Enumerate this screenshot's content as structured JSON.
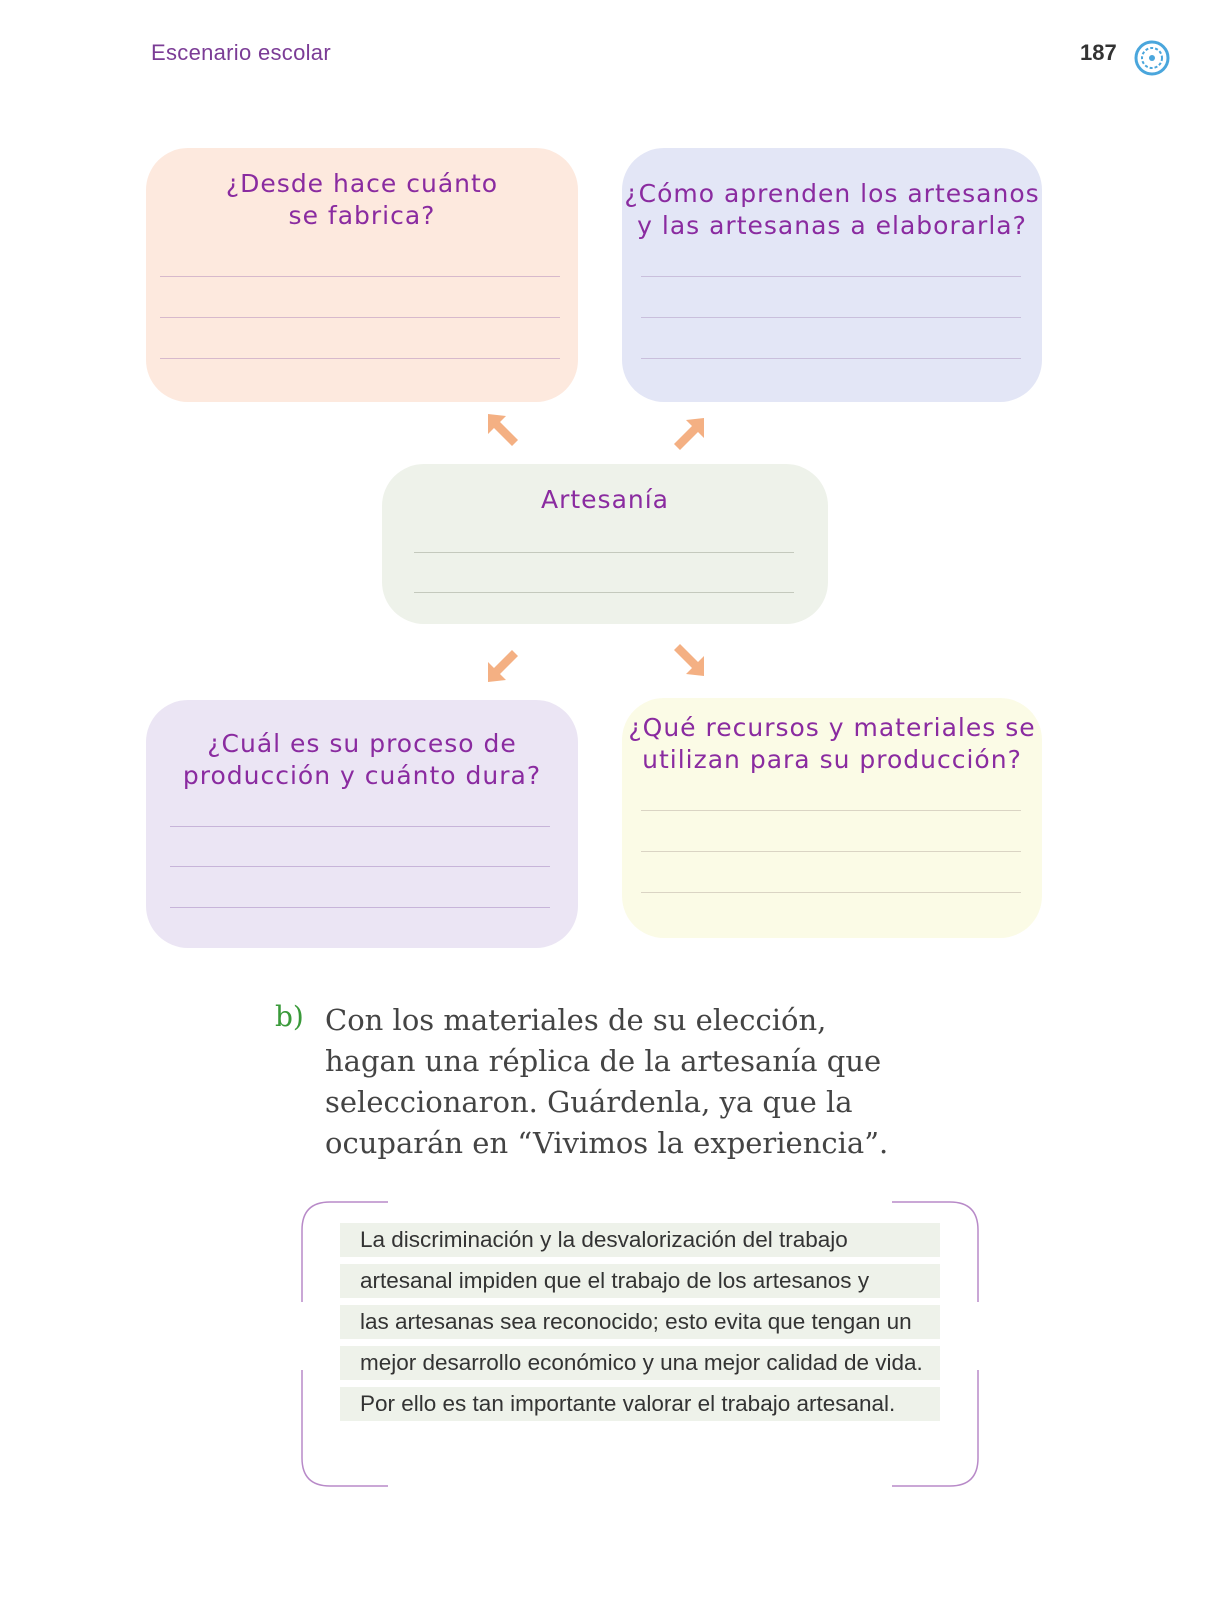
{
  "header": {
    "section_title": "Escenario escolar",
    "page_number": "187"
  },
  "diagram": {
    "center": {
      "label": "Artesanía"
    },
    "cards": [
      {
        "question_line1": "¿Desde hace cuánto",
        "question_line2": "se fabrica?"
      },
      {
        "question_line1": "¿Cómo aprenden los artesanos",
        "question_line2": "y las artesanas a elaborarla?"
      },
      {
        "question_line1": "¿Cuál es su proceso de",
        "question_line2": "producción y cuánto dura?"
      },
      {
        "question_line1": "¿Qué recursos y materiales se",
        "question_line2": "utilizan para su producción?"
      }
    ]
  },
  "activity_b": {
    "marker": "b)",
    "lines": [
      "Con los materiales de su elección,",
      "hagan una réplica de la artesanía que",
      "seleccionaron. Guárdenla, ya que la",
      "ocuparán en “Vivimos la experiencia”."
    ]
  },
  "note": {
    "lines": [
      "La discriminación y la desvalorización del trabajo",
      "artesanal impiden que el trabajo de los artesanos y",
      "las artesanas sea reconocido; esto evita que tengan un",
      "mejor desarrollo económico y una mejor calidad de vida.",
      "Por ello es tan importante valorar el trabajo artesanal."
    ]
  },
  "colors": {
    "card_peach": "#fde9de",
    "card_blue": "#e3e6f6",
    "card_green": "#eef2ea",
    "card_lavender": "#ebe5f4",
    "card_yellow": "#fbfbe6",
    "arrow": "#f4b083",
    "question_text": "#8a2ba0",
    "bracket": "#b88ac8"
  }
}
